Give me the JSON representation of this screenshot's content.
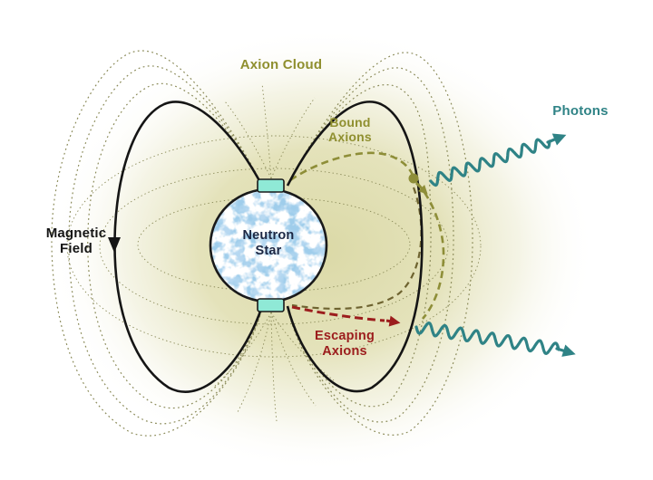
{
  "title": "Neutron star axion cloud diagram",
  "labels": {
    "axion_cloud": "Axion Cloud",
    "bound_axions_line1": "Bound",
    "bound_axions_line2": "Axions",
    "photons": "Photons",
    "magnetic_field_line1": "Magnetic",
    "magnetic_field_line2": "Field",
    "escaping_axions_line1": "Escaping",
    "escaping_axions_line2": "Axions",
    "neutron_star_line1": "Neutron",
    "neutron_star_line2": "Star"
  },
  "colors": {
    "axion-olive": "#8f8f2f",
    "bound-dash": "#8e8e38",
    "bound-dash-dark": "#6e6330",
    "photon-teal": "#2f8386",
    "escaping-red": "#9c1d1d",
    "field-black": "#151515",
    "dotted-line": "#8a8a58",
    "star-fill": "#9fcdeb",
    "cap-cyan": "#8fe9d6",
    "glow": "#dbd9a6",
    "neutron-text": "#1c2743"
  },
  "icons": {
    "photon_arrow": "arrowhead-icon",
    "escaping_arrow": "arrowhead-icon",
    "field_arrow": "arrowhead-icon",
    "axion_particle": "particle-dot-icon"
  }
}
